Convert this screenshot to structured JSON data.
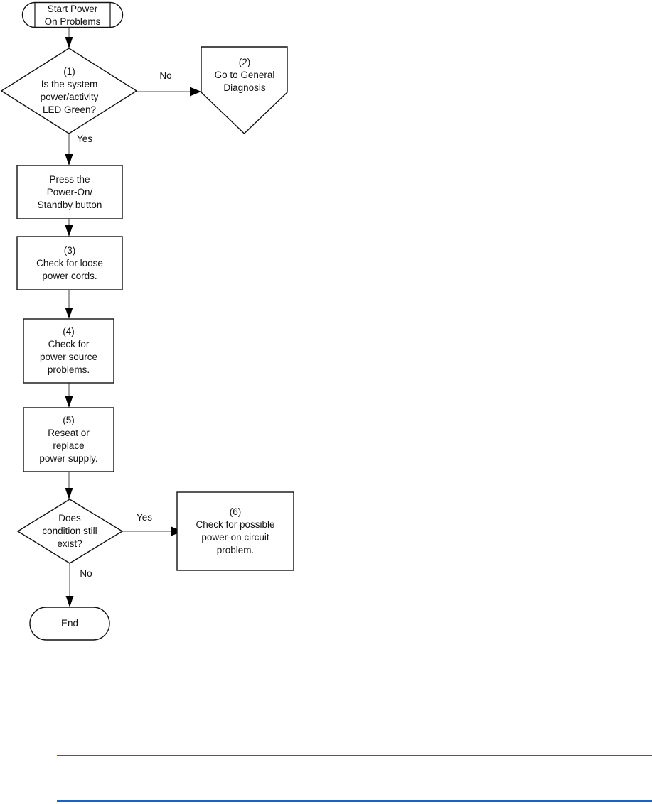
{
  "diagram": {
    "kind": "flowchart",
    "nodes": {
      "start": {
        "type": "terminator",
        "text": "Start Power\nOn Problems"
      },
      "decision1": {
        "type": "decision",
        "text": "(1)\nIs the system\npower/activity\nLED Green?"
      },
      "offpage2": {
        "type": "offpage-connector",
        "text": "(2)\nGo to General\nDiagnosis"
      },
      "press_power": {
        "type": "process",
        "text": "Press the\nPower-On/\nStandby button"
      },
      "step3": {
        "type": "process",
        "text": "(3)\nCheck for loose\npower cords."
      },
      "step4": {
        "type": "process",
        "text": "(4)\nCheck for\npower source\nproblems."
      },
      "step5": {
        "type": "process",
        "text": "(5)\nReseat or\nreplace\npower supply."
      },
      "decision2": {
        "type": "decision",
        "text": "Does\ncondition still\nexist?"
      },
      "step6": {
        "type": "process",
        "text": "(6)\nCheck for possible\npower-on circuit\nproblem."
      },
      "end": {
        "type": "terminator",
        "text": "End"
      }
    },
    "edge_labels": {
      "decision1_no": "No",
      "decision1_yes": "Yes",
      "decision2_yes": "Yes",
      "decision2_no": "No"
    }
  },
  "colors": {
    "connector_line": "#8a8a8a",
    "shape_border": "#111111",
    "shape_fill": "#ffffff",
    "text": "#111111",
    "footer_rule_blue": "#1566c4"
  }
}
